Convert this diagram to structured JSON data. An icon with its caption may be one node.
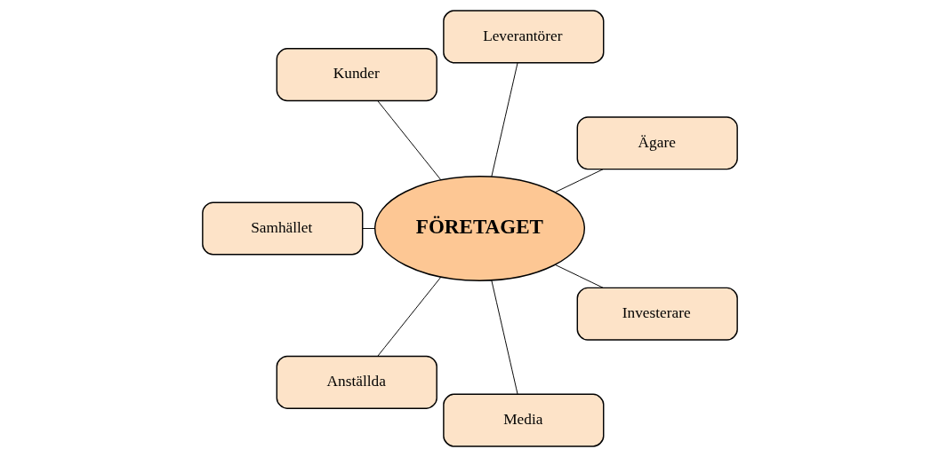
{
  "diagram": {
    "nodes": [
      {
        "text": [
          "Ägare"
        ]
      },
      {
        "text": [
          "Leverantörer"
        ]
      },
      {
        "text": [
          "Kunder"
        ]
      },
      {
        "text": [
          "FÖRETAGET"
        ]
      },
      {
        "text": [
          "Samhället"
        ]
      },
      {
        "text": [
          "Anställda"
        ]
      },
      {
        "text": [
          "Media"
        ]
      },
      {
        "text": [
          "Investerare"
        ]
      }
    ],
    "edges": [
      {
        "from": 3,
        "to": 0,
        "arrow": "none"
      },
      {
        "from": 3,
        "to": 1,
        "arrow": "none"
      },
      {
        "from": 3,
        "to": 2,
        "arrow": "none"
      },
      {
        "from": 3,
        "to": 4,
        "arrow": "none"
      },
      {
        "from": 3,
        "to": 5,
        "arrow": "none"
      },
      {
        "from": 3,
        "to": 6,
        "arrow": "none"
      },
      {
        "from": 3,
        "to": 7,
        "arrow": "none"
      }
    ]
  }
}
